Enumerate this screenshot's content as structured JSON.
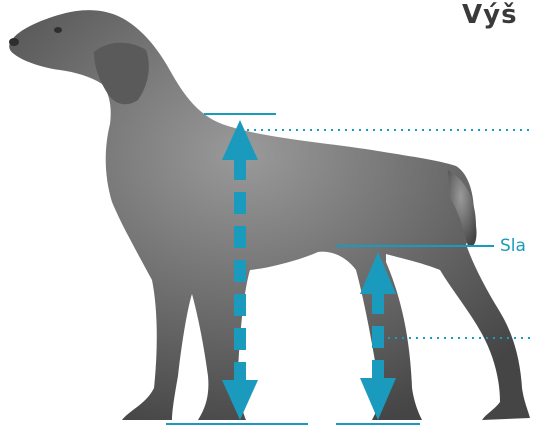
{
  "title": "Výš",
  "labels": {
    "belly": "Sla"
  },
  "colors": {
    "accent": "#1a9bbd",
    "dog": "#6e6e6e",
    "title": "#3a3a3a"
  },
  "icons": {
    "dog": "dog-silhouette",
    "height_arrow": "double-arrow-vertical",
    "clearance_arrow": "double-arrow-vertical"
  }
}
